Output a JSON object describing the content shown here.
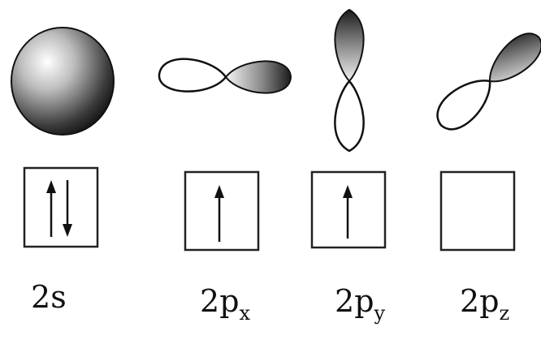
{
  "colors": {
    "stroke": "#111111",
    "shade_light": "#f2f2f2",
    "shade_dark": "#2a2a2a",
    "background": "#ffffff"
  },
  "orbitals": [
    {
      "label_main": "2",
      "label_letter": "s",
      "label_sub": "",
      "shape": "sphere",
      "electrons": [
        "up",
        "down"
      ]
    },
    {
      "label_main": "2",
      "label_letter": "p",
      "label_sub": "x",
      "shape": "dumbbell-horizontal",
      "electrons": [
        "up"
      ]
    },
    {
      "label_main": "2",
      "label_letter": "p",
      "label_sub": "y",
      "shape": "dumbbell-vertical",
      "electrons": [
        "up"
      ]
    },
    {
      "label_main": "2",
      "label_letter": "p",
      "label_sub": "z",
      "shape": "dumbbell-diagonal",
      "electrons": []
    }
  ]
}
